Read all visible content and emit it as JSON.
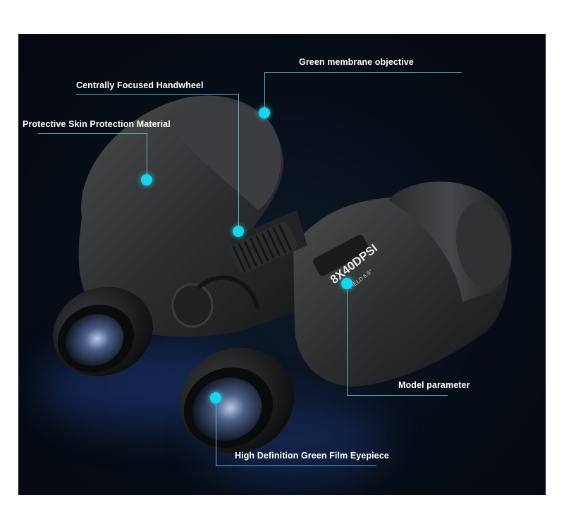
{
  "callouts": {
    "objective": "Green membrane objective",
    "handwheel": "Centrally Focused Handwheel",
    "skin": "Protective Skin Protection Material",
    "model": "Model parameter",
    "eyepiece": "High Definition Green Film Eyepiece"
  },
  "product": {
    "model_text": "8X40DPSI",
    "field_text": "FIELD 6.5°"
  },
  "colors": {
    "accent_dot": "#16d6ec",
    "leader_line": "#5fb7c6",
    "background": "#070d17"
  }
}
